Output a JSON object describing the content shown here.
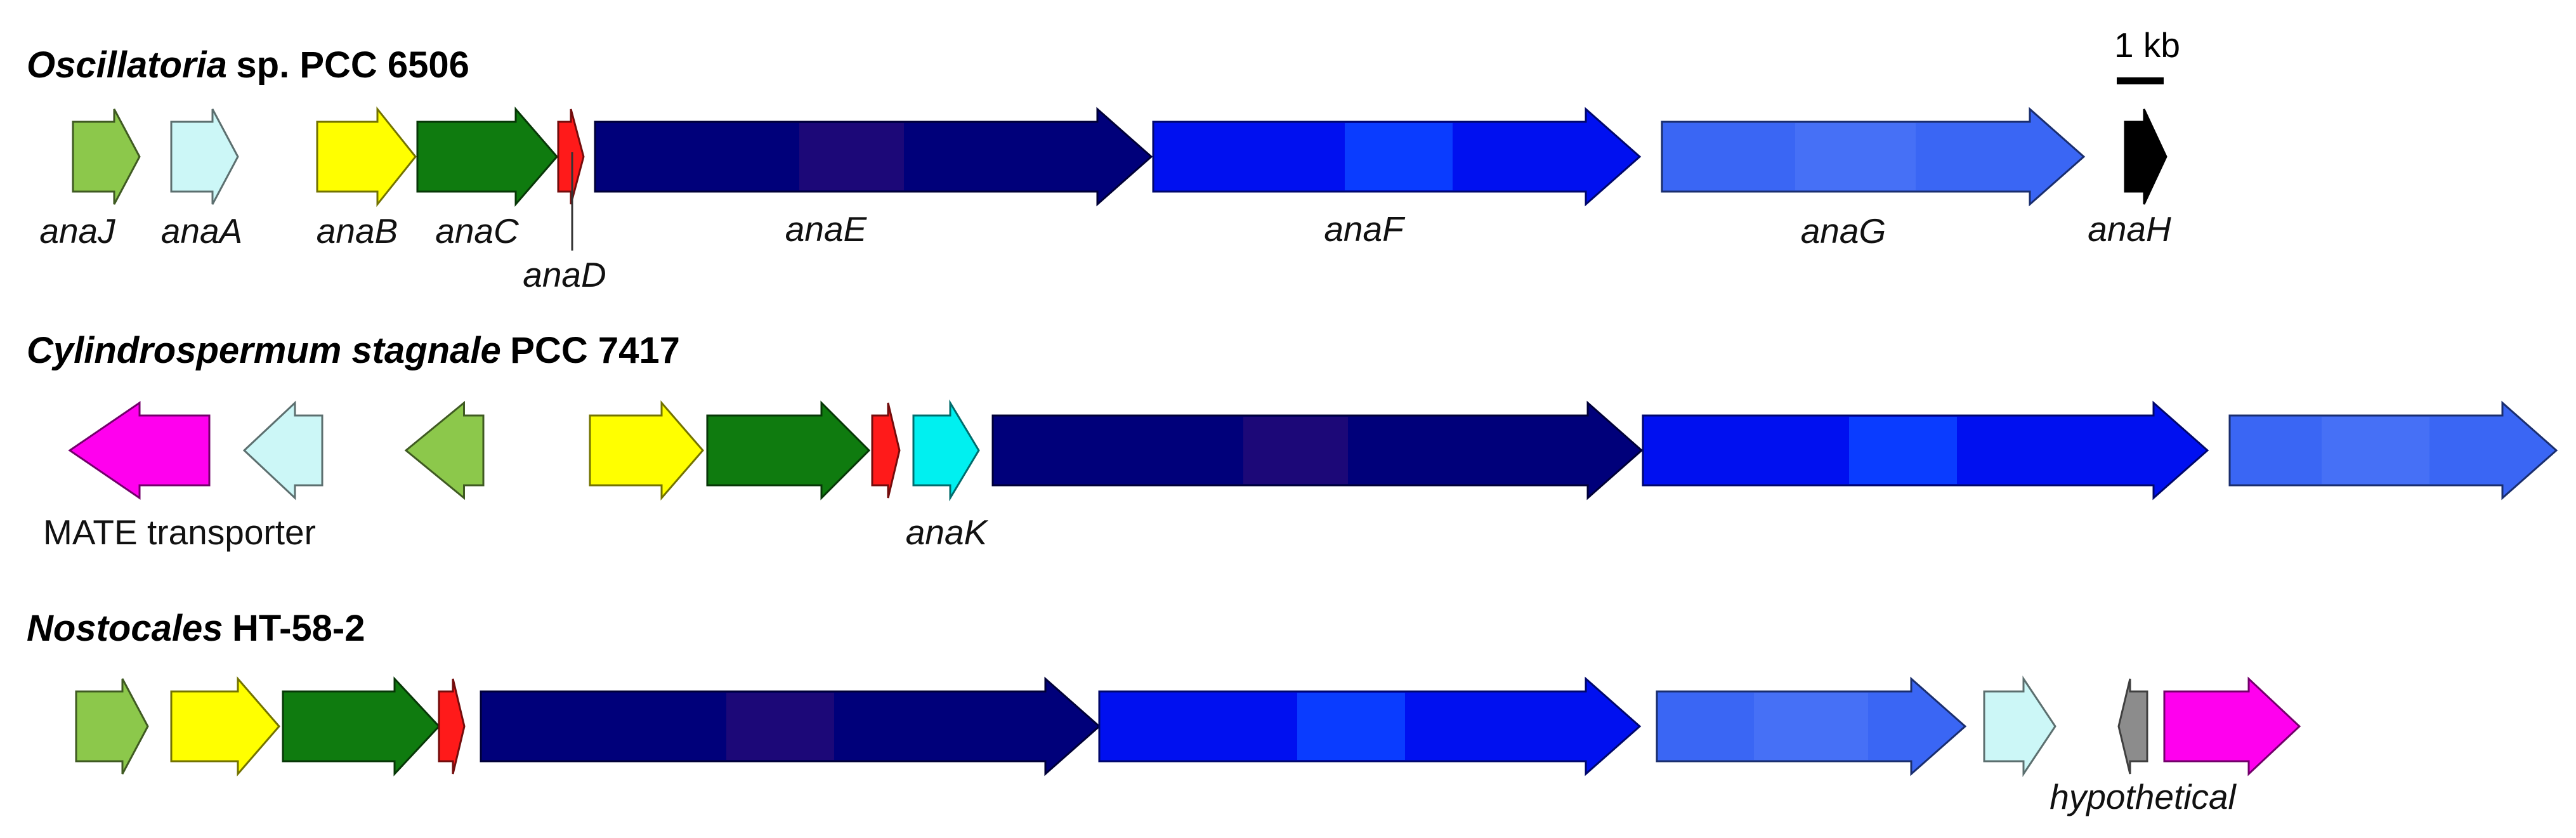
{
  "scale_bar": {
    "label": "1 kb"
  },
  "clusters": [
    {
      "organism": "Oscillatoria",
      "strain": "sp. PCC 6506",
      "genes": [
        {
          "id": "oscillatoria-anaJ-arrow",
          "color": "#8cc84b",
          "direction": "right",
          "label": "anaJ"
        },
        {
          "id": "oscillatoria-anaA-arrow",
          "color": "#ccf7f7",
          "direction": "right",
          "label": "anaA"
        },
        {
          "id": "oscillatoria-anaB-arrow",
          "color": "#ffff00",
          "direction": "right",
          "label": "anaB"
        },
        {
          "id": "oscillatoria-anaC-arrow",
          "color": "#0f7b0f",
          "direction": "right",
          "label": "anaC"
        },
        {
          "id": "oscillatoria-anaD-arrow",
          "color": "#ff1a1a",
          "direction": "right",
          "label": "anaD"
        },
        {
          "id": "oscillatoria-anaE-arrow",
          "color": "#00007a",
          "direction": "right",
          "label": "anaE",
          "domain_color": "#1c0878"
        },
        {
          "id": "oscillatoria-anaF-arrow",
          "color": "#0010f0",
          "direction": "right",
          "label": "anaF",
          "domain_color": "#0a3cff"
        },
        {
          "id": "oscillatoria-anaG-arrow",
          "color": "#3a66f4",
          "direction": "right",
          "label": "anaG",
          "domain_color": "#4670f6"
        },
        {
          "id": "oscillatoria-anaH-arrow",
          "color": "#000000",
          "direction": "right",
          "label": "anaH"
        }
      ]
    },
    {
      "organism": "Cylindrospermum stagnale",
      "strain": "PCC 7417",
      "genes": [
        {
          "id": "cylindrospermum-mate-transporter-arrow",
          "color": "#ff00ee",
          "direction": "left",
          "label": "MATE transporter"
        },
        {
          "id": "cylindrospermum-anaA-arrow",
          "color": "#ccf7f7",
          "direction": "left",
          "label": ""
        },
        {
          "id": "cylindrospermum-anaJ-arrow",
          "color": "#8cc84b",
          "direction": "left",
          "label": ""
        },
        {
          "id": "cylindrospermum-anaB-arrow",
          "color": "#ffff00",
          "direction": "right",
          "label": ""
        },
        {
          "id": "cylindrospermum-anaC-arrow",
          "color": "#0f7b0f",
          "direction": "right",
          "label": ""
        },
        {
          "id": "cylindrospermum-anaD-arrow",
          "color": "#ff1a1a",
          "direction": "right",
          "label": ""
        },
        {
          "id": "cylindrospermum-anaK-arrow",
          "color": "#00f0f0",
          "direction": "right",
          "label": "anaK"
        },
        {
          "id": "cylindrospermum-anaE-arrow",
          "color": "#00007a",
          "direction": "right",
          "label": "",
          "domain_color": "#1c0878"
        },
        {
          "id": "cylindrospermum-anaF-arrow",
          "color": "#0010f0",
          "direction": "right",
          "label": "",
          "domain_color": "#0a3cff"
        },
        {
          "id": "cylindrospermum-anaG-arrow",
          "color": "#3a66f4",
          "direction": "right",
          "label": "",
          "domain_color": "#4670f6"
        }
      ]
    },
    {
      "organism": "Nostocales",
      "strain": "HT-58-2",
      "genes": [
        {
          "id": "nostocales-anaJ-arrow",
          "color": "#8cc84b",
          "direction": "right",
          "label": ""
        },
        {
          "id": "nostocales-anaB-arrow",
          "color": "#ffff00",
          "direction": "right",
          "label": ""
        },
        {
          "id": "nostocales-anaC-arrow",
          "color": "#0f7b0f",
          "direction": "right",
          "label": ""
        },
        {
          "id": "nostocales-anaD-arrow",
          "color": "#ff1a1a",
          "direction": "right",
          "label": ""
        },
        {
          "id": "nostocales-anaE-arrow",
          "color": "#00007a",
          "direction": "right",
          "label": "",
          "domain_color": "#1c0878"
        },
        {
          "id": "nostocales-anaF-arrow",
          "color": "#0010f0",
          "direction": "right",
          "label": "",
          "domain_color": "#0a3cff"
        },
        {
          "id": "nostocales-anaG-arrow",
          "color": "#3a66f4",
          "direction": "right",
          "label": "",
          "domain_color": "#4670f6"
        },
        {
          "id": "nostocales-anaA-arrow",
          "color": "#ccf7f7",
          "direction": "right",
          "label": ""
        },
        {
          "id": "nostocales-hypothetical-arrow",
          "color": "#8c8c8c",
          "direction": "left",
          "label": "hypothetical"
        },
        {
          "id": "nostocales-magenta-arrow",
          "color": "#ff00ee",
          "direction": "right",
          "label": ""
        }
      ]
    }
  ]
}
